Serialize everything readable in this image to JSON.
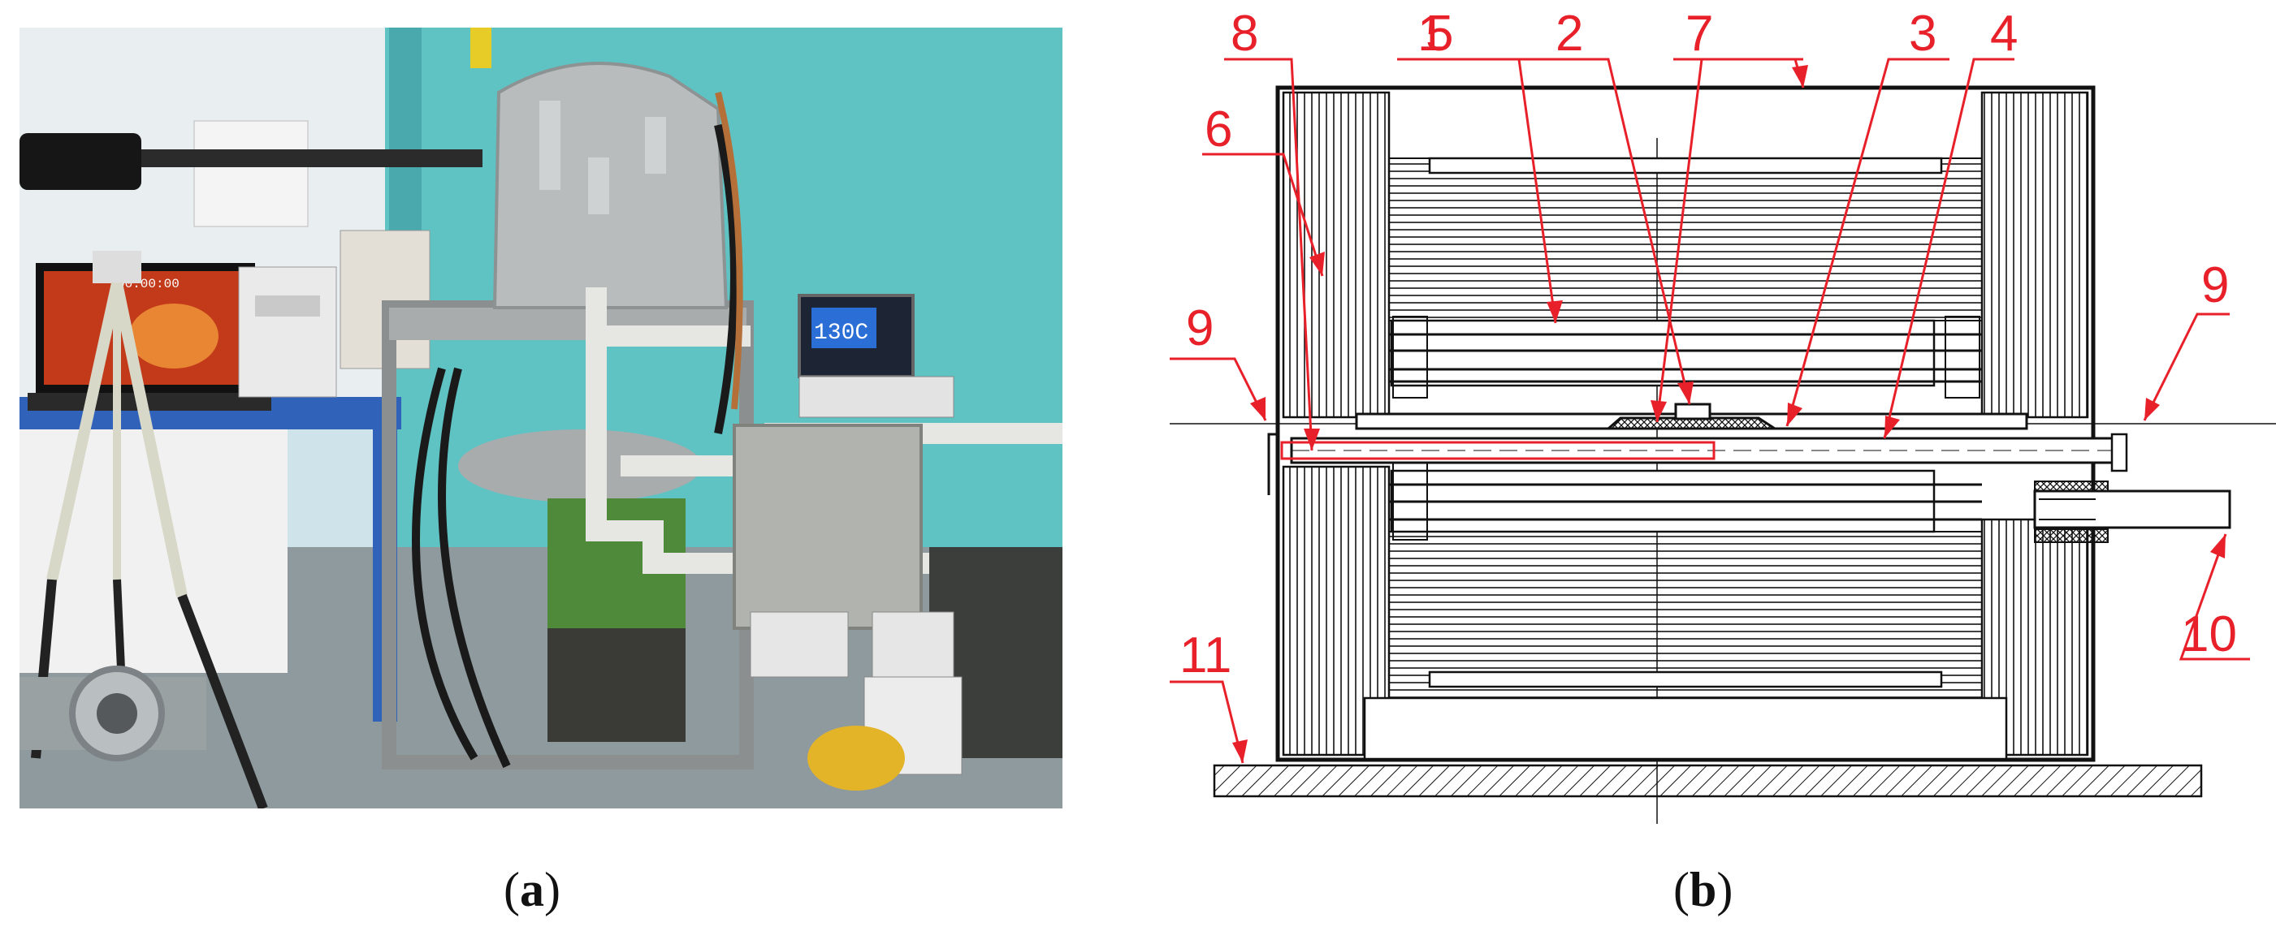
{
  "panels": {
    "a": {
      "caption_open": "(",
      "caption_letter": "a",
      "caption_close": ")"
    },
    "b": {
      "caption_open": "(",
      "caption_letter": "b",
      "caption_close": ")"
    }
  },
  "photo": {
    "controller_display": "130C",
    "laptop_screen_text": "00:00:00"
  },
  "drawing": {
    "callouts": [
      "1",
      "2",
      "3",
      "4",
      "5",
      "6",
      "7",
      "8",
      "9",
      "9",
      "10",
      "11"
    ]
  },
  "colors": {
    "callout": "#e8202a",
    "wall_cyan": "#5fc3c4",
    "desk_blue": "#2f62b8",
    "hose_green": "#4f8a3a"
  }
}
